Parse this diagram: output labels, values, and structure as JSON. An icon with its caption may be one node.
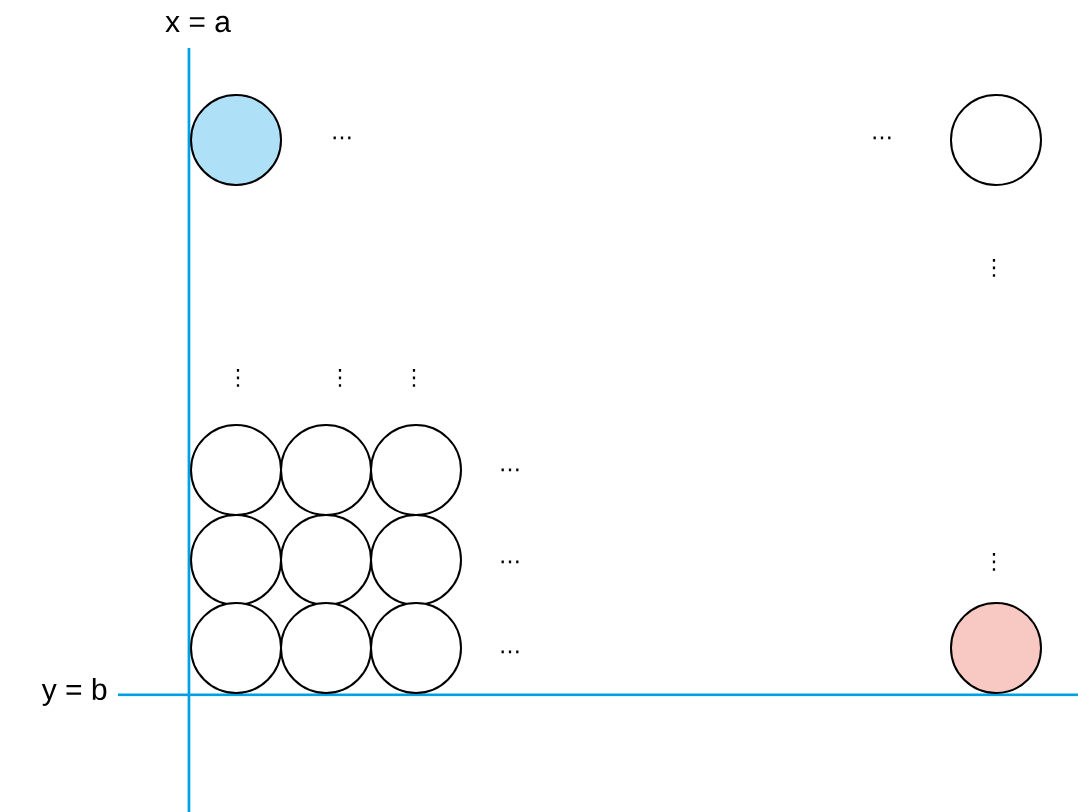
{
  "diagram": {
    "nodes": [
      {
        "text": [],
        "shape": "circle"
      },
      {
        "text": [],
        "shape": "circle"
      },
      {
        "text": [],
        "shape": "circle"
      },
      {
        "text": [],
        "shape": "circle"
      },
      {
        "text": [],
        "shape": "circle"
      },
      {
        "text": [],
        "shape": "circle"
      },
      {
        "text": [],
        "shape": "circle"
      },
      {
        "text": [],
        "shape": "circle"
      },
      {
        "text": [],
        "shape": "circle"
      },
      {
        "text": [],
        "shape": "circle"
      },
      {
        "text": [],
        "shape": "circle"
      },
      {
        "text": [],
        "shape": "circle"
      }
    ],
    "labels": [
      "x = a",
      "…",
      "…",
      "⋮",
      "⋮",
      "⋮",
      "⋮",
      "…",
      "…",
      "⋮",
      "…",
      "y = b"
    ]
  }
}
